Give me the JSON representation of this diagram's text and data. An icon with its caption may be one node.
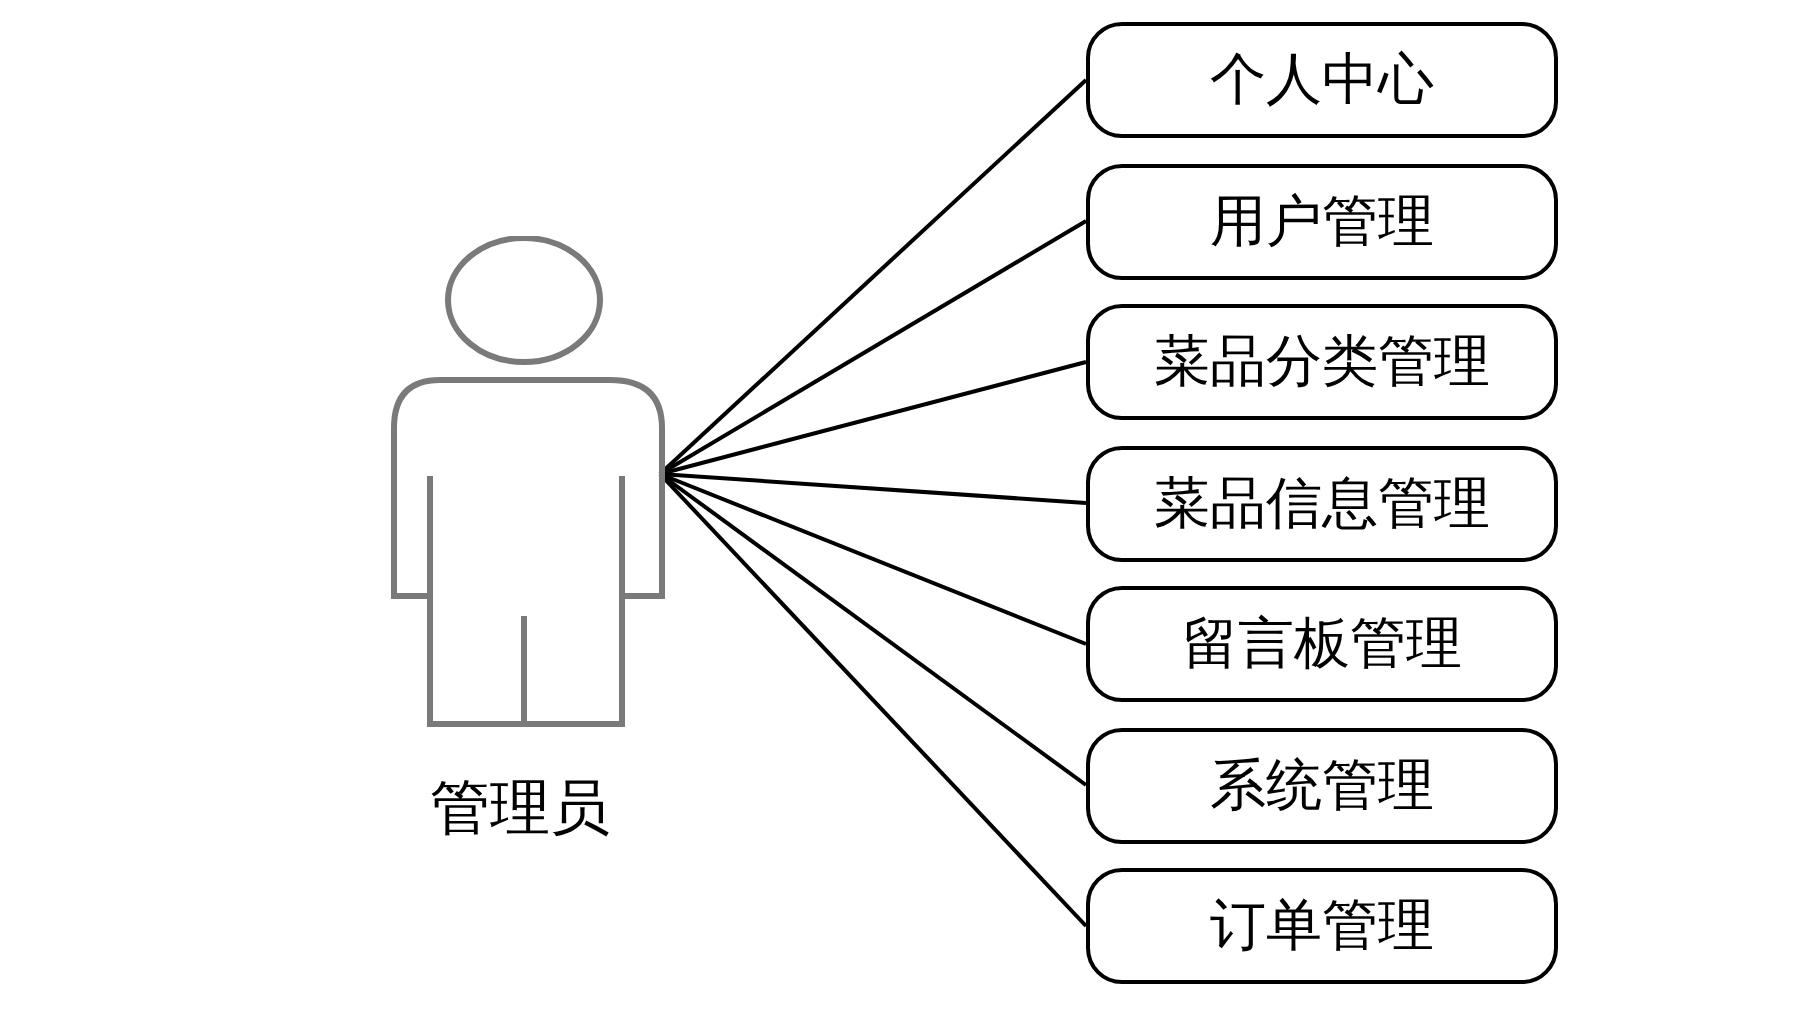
{
  "diagram": {
    "nodes": [
      {
        "text": [
          "管理员"
        ]
      },
      {
        "text": [
          "个人中心"
        ]
      },
      {
        "text": [
          "用户管理"
        ]
      },
      {
        "text": [
          "菜品分类管理"
        ]
      },
      {
        "text": [
          "菜品信息管理"
        ]
      },
      {
        "text": [
          "留言板管理"
        ]
      },
      {
        "text": [
          "系统管理"
        ]
      },
      {
        "text": [
          "订单管理"
        ]
      }
    ],
    "edges": [
      {
        "from": 0,
        "to": 1,
        "arrow": "none"
      },
      {
        "from": 0,
        "to": 2,
        "arrow": "none"
      },
      {
        "from": 0,
        "to": 3,
        "arrow": "none"
      },
      {
        "from": 0,
        "to": 4,
        "arrow": "none"
      },
      {
        "from": 0,
        "to": 5,
        "arrow": "none"
      },
      {
        "from": 0,
        "to": 6,
        "arrow": "none"
      },
      {
        "from": 0,
        "to": 7,
        "arrow": "none"
      }
    ]
  }
}
